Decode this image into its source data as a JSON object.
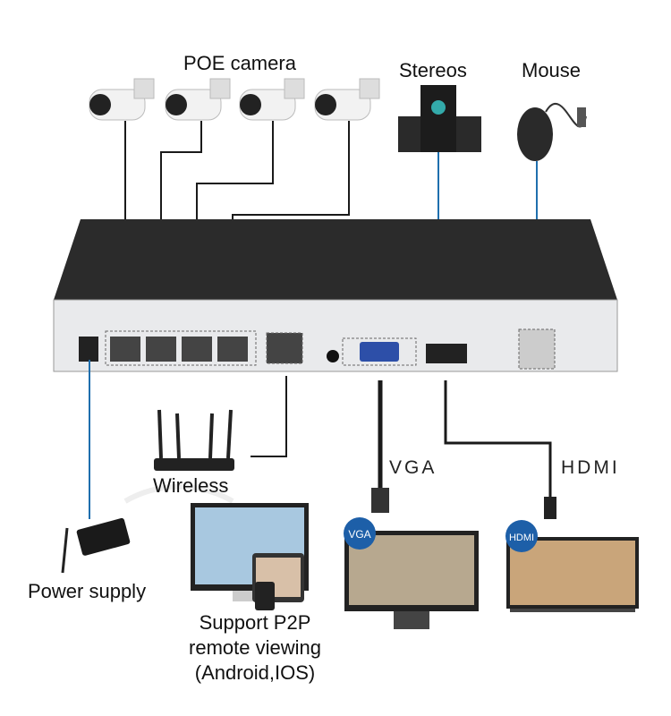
{
  "labels": {
    "poe_camera": "POE camera",
    "stereos": "Stereos",
    "mouse": "Mouse",
    "wireless": "Wireless",
    "vga": "VGA",
    "hdmi": "HDMI",
    "power_supply": "Power supply",
    "p2p_line1": "Support P2P",
    "p2p_line2": "remote viewing",
    "p2p_line3": "(Android,IOS)"
  },
  "monitor_badges": {
    "vga": "VGA",
    "hdmi": "HDMI"
  },
  "colors": {
    "cable_blue": "#1f6fae",
    "cable_black": "#1a1a1a",
    "nvr_top": "#2b2b2b",
    "nvr_front": "#e9eaec",
    "badge_blue": "#1d5fa8"
  }
}
